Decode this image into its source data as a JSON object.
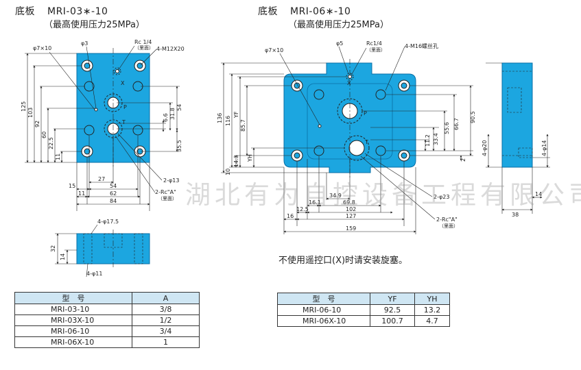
{
  "left_part": {
    "title_prefix": "底板",
    "model": "MRI-03∗-10",
    "subtitle": "（最高使用压力25MPa）"
  },
  "right_part": {
    "title_prefix": "底板",
    "model": "MRI-06∗-10",
    "subtitle": "（最高使用压力25MPa）"
  },
  "left_labels": {
    "phi7x10": "φ7×10",
    "phi3": "φ3",
    "rc14": "Rc 1/4",
    "back": "（里面）",
    "m12": "4-M12X20",
    "phi13": "2-φ13",
    "rcA": "2-Rc\"A\"",
    "back2": "（里面）",
    "port_x": "X",
    "port_p": "P",
    "port_t": "T",
    "dim_125": "125",
    "dim_103": "103",
    "dim_92": "92",
    "dim_60": "60",
    "dim_22_5": "22.5",
    "dim_11": "11",
    "dim_54_v": "54",
    "dim_31_8": "31.8",
    "dim_6_6": "6.6",
    "dim_35_5": "35.5",
    "dim_27": "27",
    "dim_15": "15",
    "dim_54_h": "54",
    "dim_11_h": "11",
    "dim_62": "62",
    "dim_84": "84",
    "side_phi17_5": "4-φ17.5",
    "side_phi11": "4-φ11",
    "side_32": "32",
    "side_14": "14"
  },
  "right_labels": {
    "phi7x10": "φ7×10",
    "phi5": "φ5",
    "rc14": "Rc1/4",
    "back": "（里面）",
    "m16": "4-M16螺丝孔",
    "phi23": "2-φ23",
    "rcA": "2-Rc\"A\"",
    "back2": "（里面）",
    "port_x": "X",
    "port_p": "P",
    "port_t": "T",
    "dim_136": "136",
    "dim_116": "116",
    "dim_yf": "YF",
    "dim_85_7": "85.7",
    "dim_yh": "YH",
    "dim_14_3": "14.3",
    "dim_10": "10",
    "dim_90_5": "90.5",
    "dim_66_7": "66.7",
    "dim_55_6": "55.6",
    "dim_33_4": "33.4",
    "dim_11_2": "11.2",
    "dim_2": "2",
    "dim_34_9": "34.9",
    "dim_16_1": "16.1",
    "dim_69_8": "69.8",
    "dim_12_5": "12.5",
    "dim_102": "102",
    "dim_16_h": "16",
    "dim_127": "127",
    "dim_159": "159",
    "side_phi20": "4-φ20",
    "side_phi14": "4-φ14",
    "side_38": "38",
    "side_14": "14"
  },
  "note": "不使用遥控口(X)时请安装旋塞。",
  "watermark": "湖北有为自控设备工程有限公司",
  "table_a": {
    "headers": [
      "型　号",
      "A"
    ],
    "rows": [
      [
        "MRI-03-10",
        "3/8"
      ],
      [
        "MRI-03X-10",
        "1/2"
      ],
      [
        "MRI-06-10",
        "3/4"
      ],
      [
        "MRI-06X-10",
        "1"
      ]
    ]
  },
  "table_b": {
    "headers": [
      "型　号",
      "YF",
      "YH"
    ],
    "rows": [
      [
        "MRI-06-10",
        "92.5",
        "13.2"
      ],
      [
        "MRI-06X-10",
        "100.7",
        "4.7"
      ]
    ]
  },
  "colors": {
    "plate": "#1ca6e0",
    "plate_edge": "#0a6fa6",
    "hole": "#ffffff",
    "line": "#222222",
    "table_header": "#cfe6f3"
  }
}
